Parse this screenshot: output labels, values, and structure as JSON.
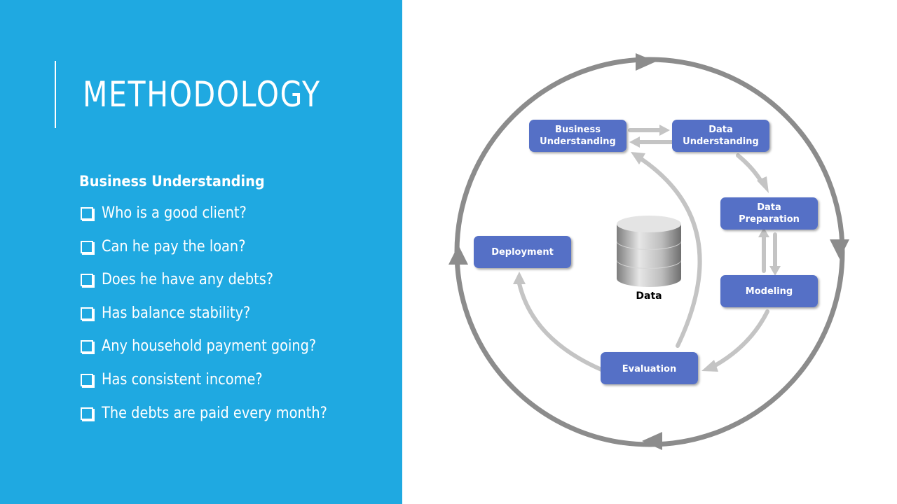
{
  "slide": {
    "title": "METHODOLOGY",
    "subheading": "Business Understanding",
    "questions": [
      "Who is a good client?",
      "Can he pay the loan?",
      "Does he have any debts?",
      "Has balance stability?",
      "Any household payment going?",
      "Has consistent income?",
      "The debts are paid every month?"
    ]
  },
  "diagram": {
    "nodes": {
      "business_understanding": [
        "Business",
        "Understanding"
      ],
      "data_understanding": [
        "Data",
        "Understanding"
      ],
      "data_preparation": [
        "Data",
        "Preparation"
      ],
      "modeling": "Modeling",
      "evaluation": "Evaluation",
      "deployment": "Deployment"
    },
    "center_label": "Data"
  },
  "colors": {
    "panel": "#1fa9e1",
    "node_fill": "#5470c6",
    "outer_arrow": "#8c8c8c",
    "inner_arrow": "#c4c4c4"
  }
}
